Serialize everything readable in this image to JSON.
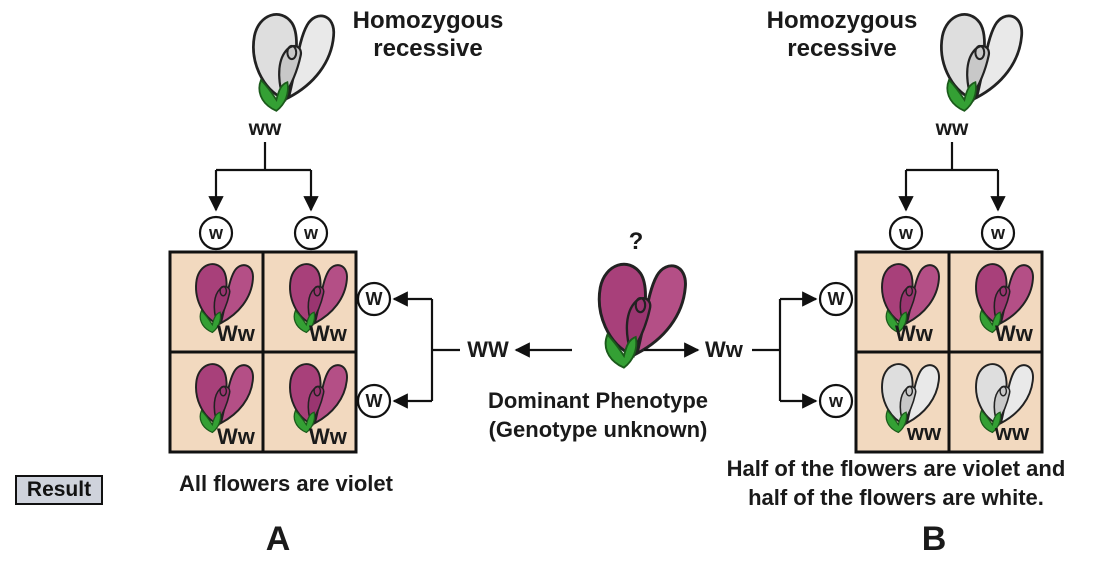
{
  "parent_left": {
    "title_line1": "Homozygous",
    "title_line2": "recessive",
    "genotype": "ww"
  },
  "parent_right": {
    "title_line1": "Homozygous",
    "title_line2": "recessive",
    "genotype": "ww"
  },
  "test_parent": {
    "question": "?",
    "caption_line1": "Dominant Phenotype",
    "caption_line2": "(Genotype unknown)",
    "left_genotype": "WW",
    "right_genotype": "Ww"
  },
  "cross_a": {
    "top_alleles": [
      "w",
      "w"
    ],
    "side_alleles": [
      "W",
      "W"
    ],
    "offspring": [
      "Ww",
      "Ww",
      "Ww",
      "Ww"
    ],
    "result_text": "All flowers are violet",
    "label": "A"
  },
  "cross_b": {
    "top_alleles": [
      "w",
      "w"
    ],
    "side_alleles": [
      "W",
      "w"
    ],
    "offspring": [
      "Ww",
      "Ww",
      "ww",
      "ww"
    ],
    "result_line1": "Half of the flowers are violet and",
    "result_line2": "half of the flowers are white.",
    "label": "B"
  },
  "result_button": "Result",
  "colors": {
    "violet": "#b0437c",
    "white_flower": "#d9d9d9",
    "leaf": "#3aa33a",
    "cell": "#f2d9bf"
  }
}
